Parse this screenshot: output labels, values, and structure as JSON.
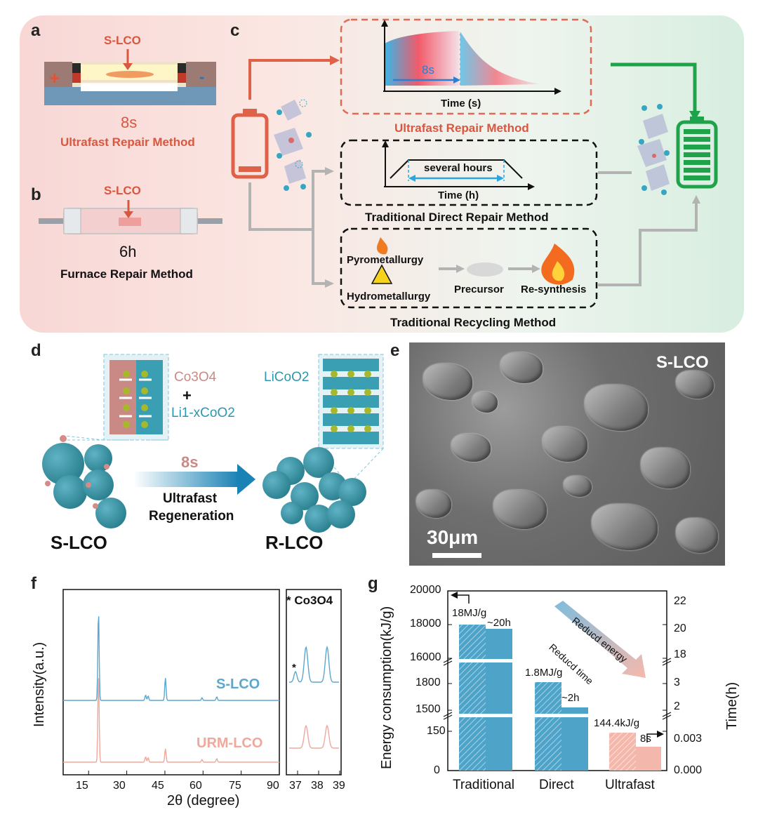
{
  "panel_letters": {
    "a": "a",
    "b": "b",
    "c": "c",
    "d": "d",
    "e": "e",
    "f": "f",
    "g": "g"
  },
  "panel_a": {
    "sample": "S-LCO",
    "time": "8s",
    "method": "Ultrafast Repair Method",
    "plus": "+",
    "minus": "-"
  },
  "panel_b": {
    "sample": "S-LCO",
    "time": "6h",
    "method": "Furnace Repair Method"
  },
  "panel_c": {
    "ultrafast": {
      "time_label": "8s",
      "xlabel": "Time (s)",
      "title": "Ultrafast Repair Method"
    },
    "direct": {
      "span_label": "several hours",
      "xlabel": "Time (h)",
      "title": "Traditional Direct Repair Method"
    },
    "recycling": {
      "pyro": "Pyrometallurgy",
      "hydro": "Hydrometallurgy",
      "precursor": "Precursor",
      "resynthesis": "Re-synthesis",
      "title": "Traditional Recycling Method"
    }
  },
  "panel_d": {
    "phase1": "Co3O4",
    "plus": "+",
    "phase2": "Li1-xCoO2",
    "product": "LiCoO2",
    "time": "8s",
    "arrow_label_1": "Ultrafast",
    "arrow_label_2": "Regeneration",
    "left": "S-LCO",
    "right": "R-LCO"
  },
  "panel_e": {
    "label": "S-LCO",
    "scalebar": "30μm"
  },
  "panel_f": {
    "ylabel": "Intensity(a.u.)",
    "xlabel": "2θ (degree)",
    "xticks": [
      "30",
      "45",
      "60",
      "75",
      "90"
    ],
    "xticks_first": "15",
    "inset_xticks": [
      "37",
      "38",
      "39"
    ],
    "inset_legend": "* Co3O4",
    "star": "*",
    "series": [
      "S-LCO",
      "URM-LCO"
    ],
    "colors": {
      "S-LCO": "#5ba7cf",
      "URM-LCO": "#f0a89c"
    }
  },
  "panel_g": {
    "ylabel_left": "Energy consumption(kJ/g)",
    "ylabel_right": "Time(h)",
    "left_ticks": [
      "20000",
      "18000",
      "16000",
      "1800",
      "1500",
      "150",
      "0"
    ],
    "right_ticks": [
      "22",
      "20",
      "18",
      "3",
      "2",
      "0.003",
      "0.000"
    ],
    "categories": [
      "Traditional",
      "Direct",
      "Ultrafast"
    ],
    "energy_labels": [
      "18MJ/g",
      "1.8MJ/g",
      "144.4kJ/g"
    ],
    "time_labels": [
      "~20h",
      "~2h",
      "8s"
    ],
    "arrow1": "Reducd energy",
    "arrow2": "Reducd time"
  },
  "chart_data": [
    {
      "type": "line",
      "title": "",
      "xlabel": "2θ (degree)",
      "ylabel": "Intensity(a.u.)",
      "xlim": [
        5,
        90
      ],
      "series": [
        {
          "name": "S-LCO",
          "peaks_2theta": [
            18.9,
            37.4,
            38.4,
            45.2,
            59.6,
            65.4
          ],
          "peak_rel_intensity": [
            1.0,
            0.06,
            0.05,
            0.25,
            0.03,
            0.04
          ]
        },
        {
          "name": "URM-LCO",
          "peaks_2theta": [
            18.9,
            37.4,
            38.4,
            45.2,
            59.6,
            65.4
          ],
          "peak_rel_intensity": [
            1.0,
            0.06,
            0.05,
            0.15,
            0.03,
            0.04
          ]
        }
      ],
      "inset": {
        "xlim": [
          36.6,
          39
        ],
        "co3o4_peak_2theta": 36.9,
        "lco_peaks_2theta": [
          37.4,
          38.4
        ]
      }
    },
    {
      "type": "bar",
      "categories": [
        "Traditional",
        "Direct",
        "Ultrafast"
      ],
      "series": [
        {
          "name": "Energy consumption (kJ/g)",
          "values": [
            18000,
            1800,
            144.4
          ]
        },
        {
          "name": "Time (h)",
          "values": [
            20,
            2,
            0.0022
          ]
        }
      ],
      "ylabel": "Energy consumption(kJ/g)",
      "y2label": "Time(h)",
      "colors": {
        "traditional": "#4ea3c9",
        "ultrafast": "#f3b7ac"
      }
    }
  ]
}
